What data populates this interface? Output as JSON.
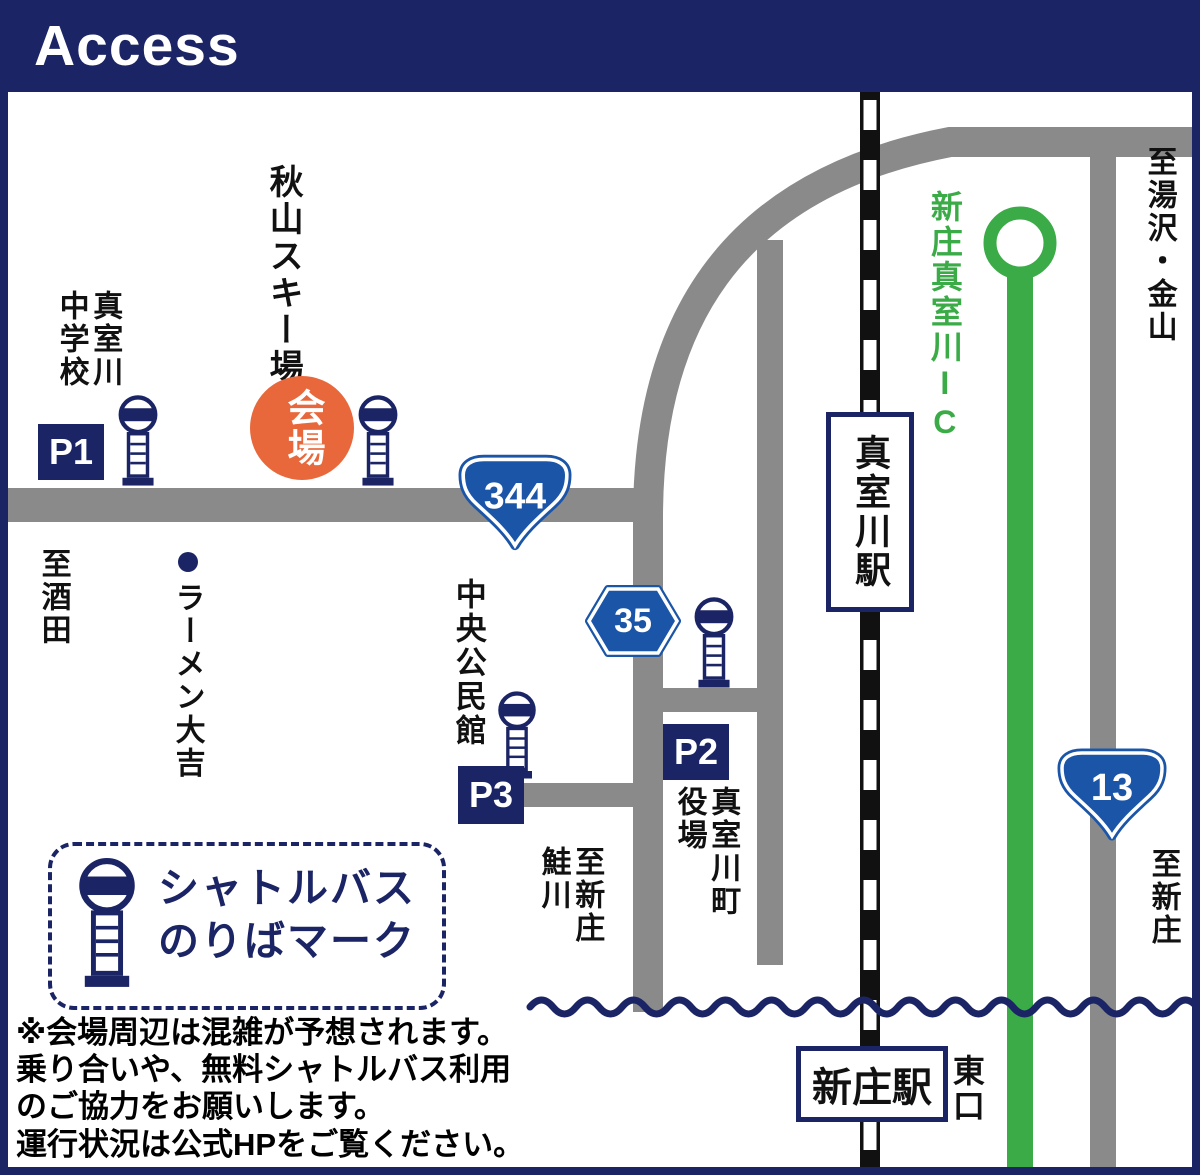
{
  "header": {
    "title": "Access"
  },
  "colors": {
    "navy": "#1b2565",
    "road_gray": "#8a8a8a",
    "highway_green": "#3aab47",
    "venue_orange": "#e8683b",
    "route_sign_blue": "#1b55a8",
    "railway_black": "#111111"
  },
  "venue": {
    "circle_label": "会場",
    "place_label": "秋山スキー場"
  },
  "parking": {
    "p1": "P1",
    "p2": "P2",
    "p3": "P3"
  },
  "places": {
    "school": "真室川\n中学校",
    "ramen": "ラーメン大吉",
    "community_center": "中央公民館",
    "town_hall": "真室川町\n役場"
  },
  "stations": {
    "mamurogawa": "真室川駅",
    "shinjo": "新庄駅",
    "shinjo_east_exit": "東口"
  },
  "highway": {
    "ic_label": "新庄真室川IC"
  },
  "routes": {
    "r344": "344",
    "r35": "35",
    "r13": "13"
  },
  "directions": {
    "sakata": "至酒田",
    "yuzawa_kaneyama": "至湯沢・金山",
    "shinjo_east": "至新庄",
    "shinjo_sakegawa": "至新庄\n鮭川"
  },
  "legend": {
    "line1": "シャトルバス",
    "line2": "のりばマーク"
  },
  "footer": {
    "text": "※会場周辺は混雑が予想されます。\n乗り合いや、無料シャトルバス利用\nのご協力をお願いします。\n運行状況は公式HPをご覧ください。"
  }
}
